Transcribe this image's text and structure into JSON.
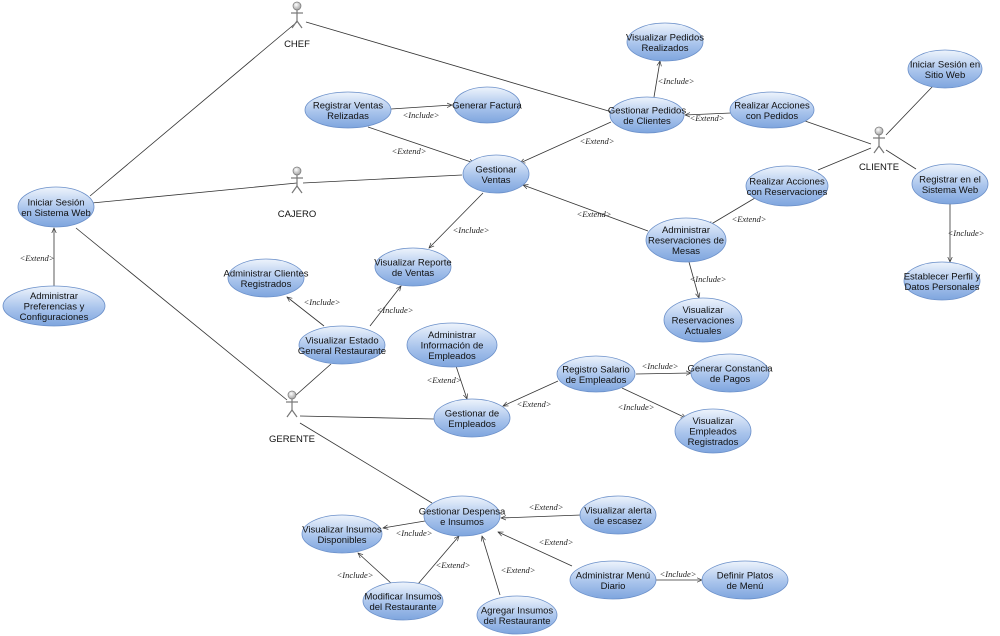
{
  "actors": {
    "chef": "CHEF",
    "cajero": "CAJERO",
    "cliente": "CLIENTE",
    "gerente": "GERENTE"
  },
  "use_cases": {
    "iniciar_sesion": [
      "Iniciar Sesión",
      "en Sistema Web"
    ],
    "admin_preferencias": [
      "Administrar",
      "Preferencias y",
      "Configuraciones"
    ],
    "registrar_ventas": [
      "Registrar Ventas",
      "Relizadas"
    ],
    "generar_factura": [
      "Generar Factura"
    ],
    "visualizar_pedidos": [
      "Visualizar Pedidos",
      "Realizados"
    ],
    "gestionar_pedidos": [
      "Gestionar Pedidos",
      "de Clientes"
    ],
    "realizar_acciones_pedidos": [
      "Realizar Acciones",
      "con Pedidos"
    ],
    "iniciar_sesion_sitio": [
      "Iniciar Sesión en",
      "Sitio Web"
    ],
    "gestionar_ventas": [
      "Gestionar",
      "Ventas"
    ],
    "realizar_acciones_reservaciones": [
      "Realizar Acciones",
      "con Reservaciones"
    ],
    "registrar_sistema": [
      "Registrar en el",
      "Sistema Web"
    ],
    "administrar_reservaciones": [
      "Administrar",
      "Reservaciones de",
      "Mesas"
    ],
    "visualizar_reporte": [
      "Visualizar Reporte",
      "de Ventas"
    ],
    "administrar_clientes": [
      "Administrar Clientes",
      "Registrados"
    ],
    "visualizar_estado": [
      "Visualizar Estado",
      "General Restaurante"
    ],
    "establecer_perfil": [
      "Establecer Perfil y",
      "Datos Personales"
    ],
    "visualizar_reservaciones": [
      "Visualizar",
      "Reservaciones",
      "Actuales"
    ],
    "administrar_info_empleados": [
      "Administrar",
      "Información de",
      "Empleados"
    ],
    "registro_salario": [
      "Registro Salario",
      "de Empleados"
    ],
    "generar_constancia": [
      "Generar Constancia",
      "de Pagos"
    ],
    "gestionar_empleados": [
      "Gestionar de",
      "Empleados"
    ],
    "visualizar_empleados": [
      "Visualizar",
      "Empleados",
      "Registrados"
    ],
    "gestionar_despensa": [
      "Gestionar Despensa",
      "e Insumos"
    ],
    "visualizar_alerta": [
      "Visualizar alerta",
      "de escasez"
    ],
    "visualizar_insumos": [
      "Visualizar Insumos",
      "Disponibles"
    ],
    "administrar_menu": [
      "Administrar Menú",
      "Diario"
    ],
    "definir_platos": [
      "Definir Platos",
      "de Menú"
    ],
    "modificar_insumos": [
      "Modificar Insumos",
      "del Restaurante"
    ],
    "agregar_insumos": [
      "Agregar Insumos",
      "del Restaurante"
    ]
  },
  "relations": {
    "include": "<Include>",
    "extend": "<Extend>"
  },
  "colors": {
    "usecase_top": "#e8f0fb",
    "usecase_bottom": "#7fa7df",
    "usecase_border": "#6a8fc9",
    "line": "#333333",
    "actor": "#999999"
  }
}
